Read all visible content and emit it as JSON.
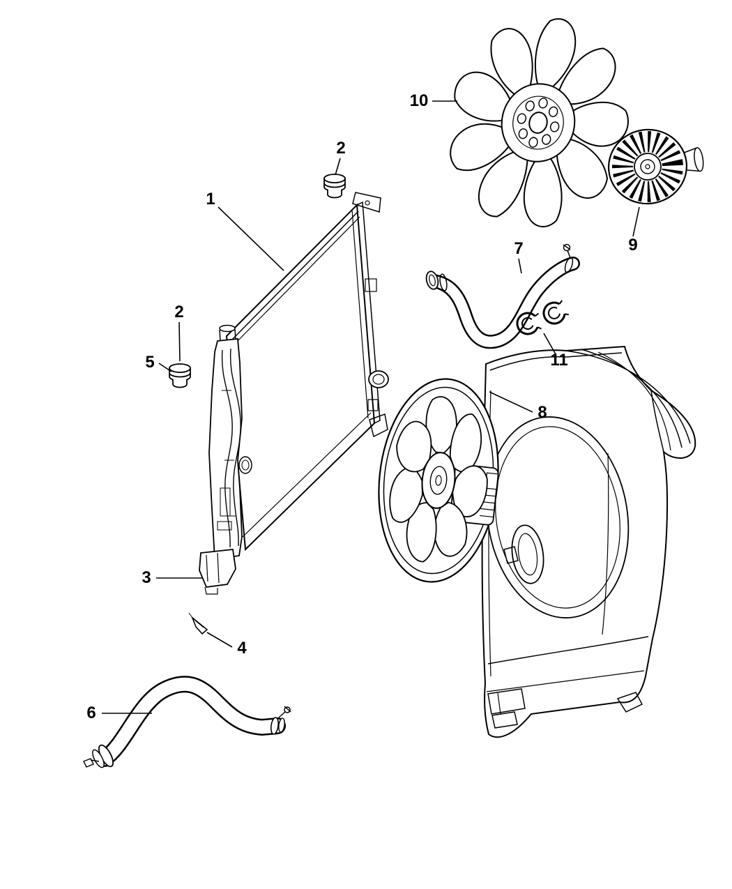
{
  "colors": {
    "background": "#ffffff",
    "line": "#000000"
  },
  "diagram": {
    "callouts": [
      {
        "label": "1"
      },
      {
        "label": "2"
      },
      {
        "label": "2"
      },
      {
        "label": "3"
      },
      {
        "label": "4"
      },
      {
        "label": "5"
      },
      {
        "label": "6"
      },
      {
        "label": "7"
      },
      {
        "label": "8"
      },
      {
        "label": "9"
      },
      {
        "label": "10"
      },
      {
        "label": "11"
      }
    ]
  }
}
